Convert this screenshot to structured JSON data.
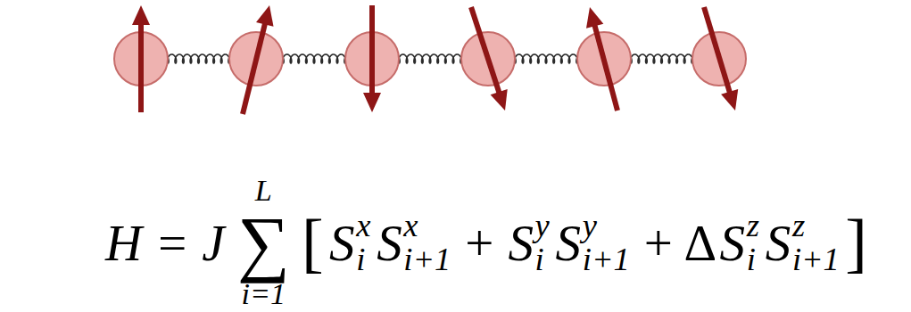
{
  "diagram": {
    "labels": [
      "H = J",
      "∑",
      "L",
      "i=1",
      "[",
      "S",
      "i",
      "x",
      "S",
      "i+1",
      "x",
      "+",
      "S",
      "i",
      "y",
      "S",
      "i+1",
      "y",
      "+",
      "Δ",
      "S",
      "i",
      "z",
      "S",
      "i+1",
      "z",
      "]"
    ]
  }
}
